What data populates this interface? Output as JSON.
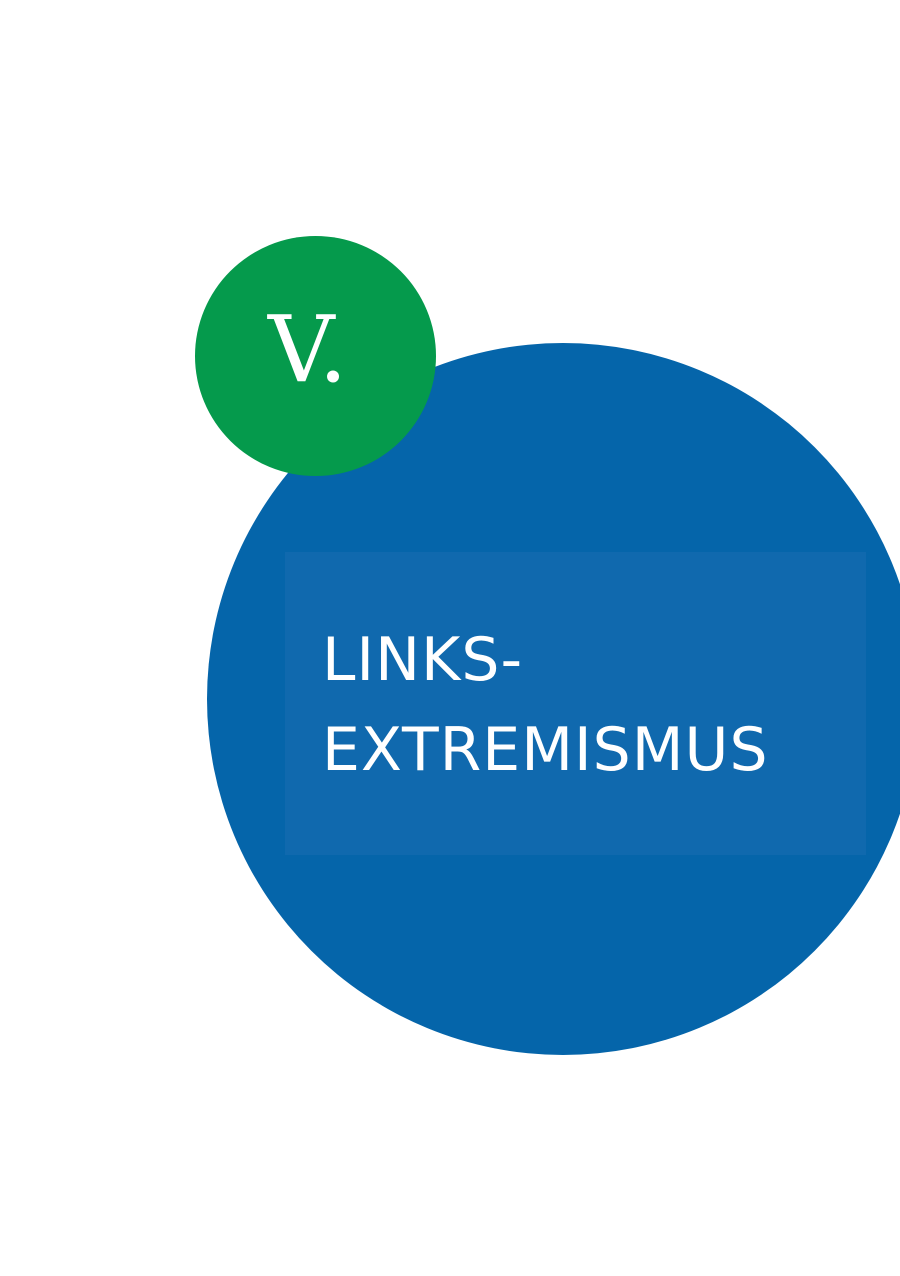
{
  "chapter": {
    "number": "V.",
    "title_line_1": "LINKS-",
    "title_line_2": "EXTREMISMUS"
  },
  "colors": {
    "primary_blue": "#0565aa",
    "box_blue": "#1069ae",
    "accent_green": "#059a4c",
    "text": "#ffffff",
    "background": "#ffffff"
  }
}
